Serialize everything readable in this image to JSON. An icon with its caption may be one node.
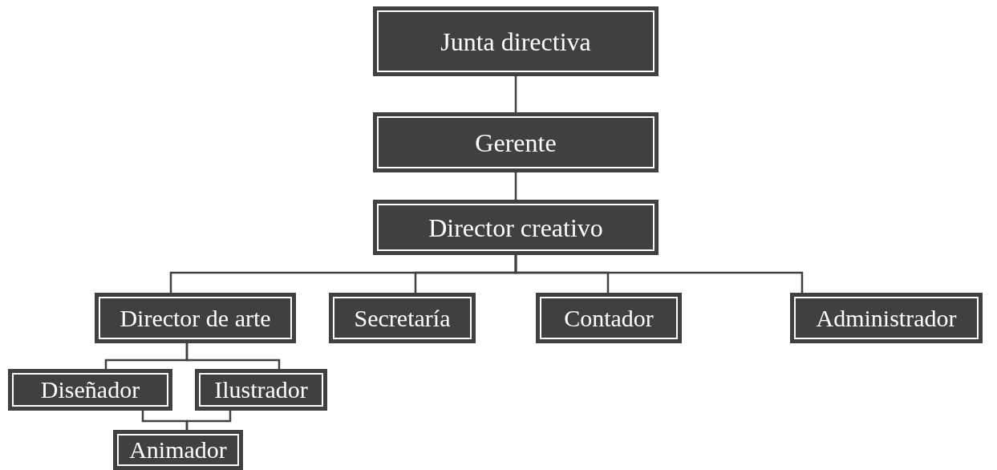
{
  "diagram": {
    "nodes": [
      {
        "text": [
          "Junta directiva"
        ]
      },
      {
        "text": [
          "Gerente"
        ]
      },
      {
        "text": [
          "Director creativo"
        ]
      },
      {
        "text": [
          "Director de arte"
        ]
      },
      {
        "text": [
          "Secretaría"
        ]
      },
      {
        "text": [
          "Contador"
        ]
      },
      {
        "text": [
          "Administrador"
        ]
      },
      {
        "text": [
          "Diseñador"
        ]
      },
      {
        "text": [
          "Ilustrador"
        ]
      },
      {
        "text": [
          "Animador"
        ]
      }
    ],
    "edges": [
      {
        "from": 0,
        "to": 1,
        "arrow": "none"
      },
      {
        "from": 1,
        "to": 2,
        "arrow": "none"
      },
      {
        "from": 2,
        "to": 3,
        "arrow": "none"
      },
      {
        "from": 2,
        "to": 4,
        "arrow": "none"
      },
      {
        "from": 2,
        "to": 5,
        "arrow": "none"
      },
      {
        "from": 2,
        "to": 6,
        "arrow": "none"
      },
      {
        "from": 3,
        "to": 7,
        "arrow": "none"
      },
      {
        "from": 3,
        "to": 8,
        "arrow": "none"
      },
      {
        "from": 7,
        "to": 9,
        "arrow": "none"
      },
      {
        "from": 8,
        "to": 9,
        "arrow": "none"
      }
    ]
  }
}
